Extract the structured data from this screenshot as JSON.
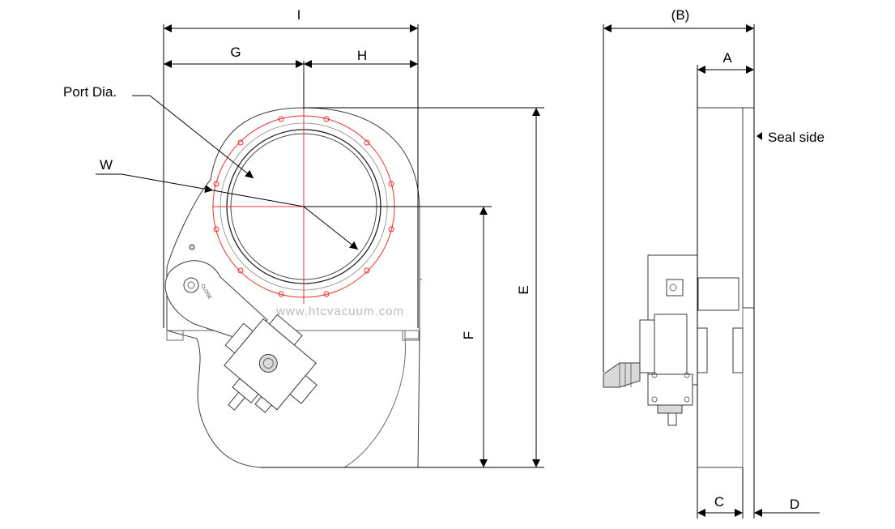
{
  "front_view": {
    "label_overall_width": "I",
    "label_left_half": "G",
    "label_right_half": "H",
    "label_port_diameter": "Port Dia.",
    "label_width_w": "W",
    "label_center_height": "F",
    "label_total_height": "E",
    "watermark_url": "www.htcvacuum.com"
  },
  "side_view": {
    "label_overall_depth": "(B)",
    "label_body_thickness": "A",
    "label_seal_side": "Seal side",
    "label_flange_c": "C",
    "label_gap_d": "D"
  },
  "colors": {
    "line": "#000000",
    "outline": "#3a3a3a",
    "centerline": "#e53030",
    "watermark": "#cfe3f1"
  }
}
